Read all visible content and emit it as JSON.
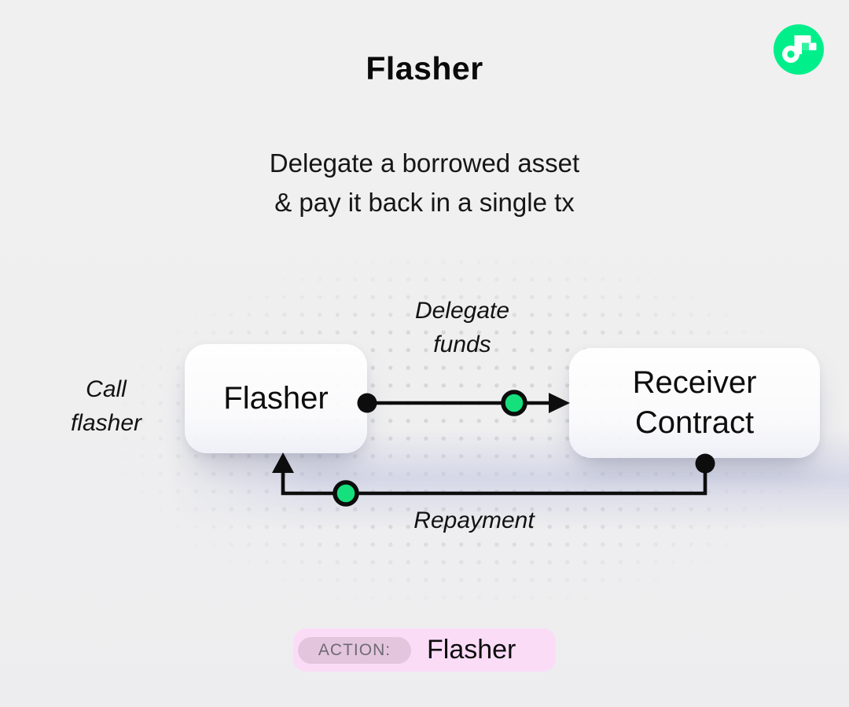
{
  "header": {
    "title": "Flasher",
    "subtitle_line1": "Delegate a borrowed asset",
    "subtitle_line2": "& pay it back in a single tx"
  },
  "logo": {
    "name": "flow-logo",
    "circle_color": "#00ef8b",
    "notch_color": "#35f2a2",
    "glyph_color": "#ffffff"
  },
  "diagram": {
    "nodes": [
      {
        "id": "flasher",
        "label": "Flasher"
      },
      {
        "id": "receiver-contract",
        "label": "Receiver Contract"
      }
    ],
    "edges": [
      {
        "id": "delegate-funds",
        "label": "Delegate funds",
        "from": "flasher",
        "to": "receiver-contract"
      },
      {
        "id": "repayment",
        "label": "Repayment",
        "from": "receiver-contract",
        "to": "flasher"
      },
      {
        "id": "call-flasher",
        "label": "Call flasher",
        "to": "flasher"
      }
    ],
    "marker_green": "#15e07c",
    "line_color": "#0d0d0d"
  },
  "action": {
    "badge_label": "ACTION:",
    "value": "Flasher",
    "badge_bg": "#fbdcf7",
    "chip_bg": "#e3c6de"
  }
}
